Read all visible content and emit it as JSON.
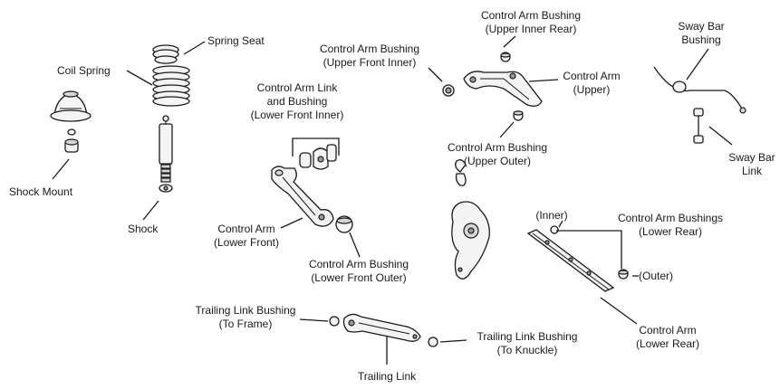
{
  "labels": {
    "spring_seat": "Spring Seat",
    "coil_spring": "Coil Spring",
    "shock_mount": "Shock Mount",
    "shock": "Shock",
    "cal_link_1": "Control Arm Link",
    "cal_link_2": "and Bushing",
    "cal_link_3": "(Lower Front Inner)",
    "ca_lower_front_1": "Control Arm",
    "ca_lower_front_2": "(Lower Front)",
    "cab_lfo_1": "Control Arm Bushing",
    "cab_lfo_2": "(Lower Front Outer)",
    "cab_ufi_1": "Control Arm Bushing",
    "cab_ufi_2": "(Upper Front Inner)",
    "cab_uir_1": "Control Arm Bushing",
    "cab_uir_2": "(Upper Inner Rear)",
    "ca_upper_1": "Control Arm",
    "ca_upper_2": "(Upper)",
    "cab_uo_1": "Control Arm Bushing",
    "cab_uo_2": "(Upper Outer)",
    "sway_bushing_1": "Sway Bar",
    "sway_bushing_2": "Bushing",
    "sway_link_1": "Sway Bar",
    "sway_link_2": "Link",
    "inner": "(Inner)",
    "outer": "(Outer)",
    "cab_lr_1": "Control Arm Bushings",
    "cab_lr_2": "(Lower Rear)",
    "ca_lr_1": "Control Arm",
    "ca_lr_2": "(Lower Rear)",
    "tlb_frame_1": "Trailing Link Bushing",
    "tlb_frame_2": "(To Frame)",
    "tlb_knuckle_1": "Trailing Link Bushing",
    "tlb_knuckle_2": "(To Knuckle)",
    "trailing_link": "Trailing Link"
  }
}
